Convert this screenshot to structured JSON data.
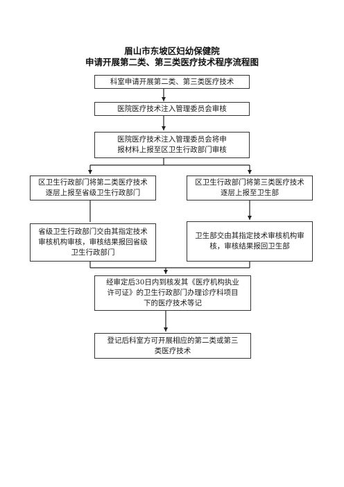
{
  "header": {
    "title_line1": "眉山市东坡区妇幼保健院",
    "title_line2": "申请开展第二类、第三类医疗技术程序流程图"
  },
  "flow": {
    "step1": "科室申请开展第二类、第三类医疗技术",
    "step2": "医院医疗技术注入管理委员会审核",
    "step3_line1": "医院医疗技术注入管理委员会将申",
    "step3_line2": "报材料上报至区卫生行政部门审核",
    "left_a_line1": "区卫生行政部门将第二类医疗技术",
    "left_a_line2": "逐层上报至省级卫生行政部门",
    "right_a_line1": "区卫生行政部门将第三类医疗技术",
    "right_a_line2": "逐层上报至卫生部",
    "left_b_line1": "省级卫生行政部门交由其指定技术",
    "left_b_line2": "审核机构审核，审核结果报回省级",
    "left_b_line3": "卫生行政部门",
    "right_b_line1": "卫生部交由其指定技术审核机构审",
    "right_b_line2": "核，审核结果报回卫生部",
    "step6_line1": "经审定后30日内到核发其《医疗机构执业",
    "step6_line2": "许可证》的卫生行政部门办理诊疗科项目",
    "step6_line3": "下的医疗技术等记",
    "step7_line1": "登记后科室方可开展相应的第二类或第三",
    "step7_line2": "类医疗技术"
  }
}
